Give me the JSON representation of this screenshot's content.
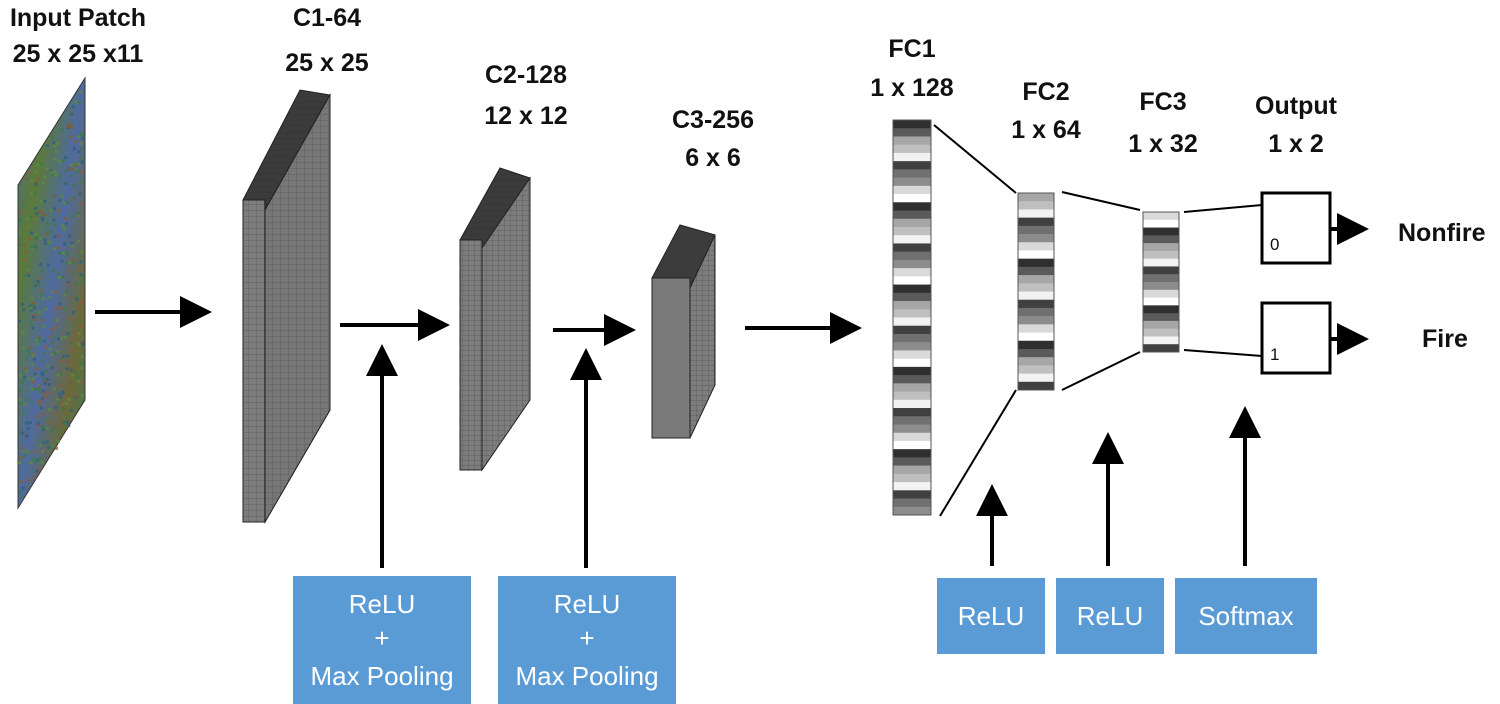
{
  "layers": {
    "input": {
      "name": "Input Patch",
      "size": "25 x 25 x11"
    },
    "c1": {
      "name": "C1-64",
      "size": "25 x 25"
    },
    "c2": {
      "name": "C2-128",
      "size": "12 x 12"
    },
    "c3": {
      "name": "C3-256",
      "size": "6 x 6"
    },
    "fc1": {
      "name": "FC1",
      "size": "1 x 128"
    },
    "fc2": {
      "name": "FC2",
      "size": "1 x 64"
    },
    "fc3": {
      "name": "FC3",
      "size": "1 x 32"
    },
    "output": {
      "name": "Output",
      "size": "1 x 2"
    }
  },
  "activations": {
    "pool1": {
      "line1": "ReLU",
      "line2": "+",
      "line3": "Max Pooling"
    },
    "pool2": {
      "line1": "ReLU",
      "line2": "+",
      "line3": "Max Pooling"
    },
    "relu_fc1": "ReLU",
    "relu_fc2": "ReLU",
    "softmax": "Softmax"
  },
  "outputs": {
    "unit0": "0",
    "unit1": "1",
    "class0": "Nonfire",
    "class1": "Fire"
  },
  "colors": {
    "activation_box": "#5b9bd5",
    "block_front": "#808080",
    "block_top": "#3c3c3c",
    "block_side": "#5a5a5a",
    "arrow": "#000000"
  }
}
